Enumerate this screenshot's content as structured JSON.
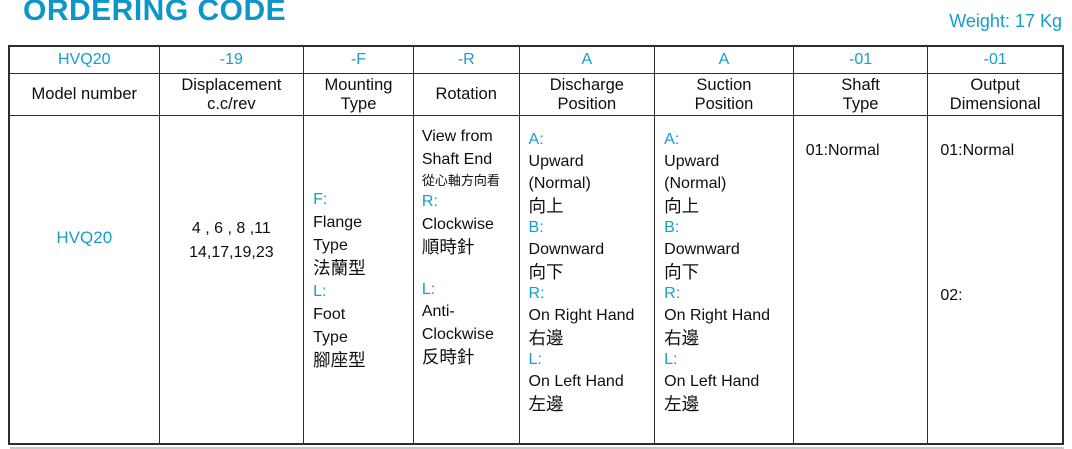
{
  "header": {
    "title": "ORDERING CODE",
    "weight": "Weight: 17 Kg"
  },
  "colors": {
    "accent_cyan": "#12a0cb",
    "title_cyan": "#0d96c7",
    "border": "#2d2d2d",
    "text": "#0e0e0e"
  },
  "code_row": [
    "HVQ20",
    "-19",
    "-F",
    "-R",
    "A",
    "A",
    "-01",
    "-01"
  ],
  "labels": [
    [
      "Model number"
    ],
    [
      "Displacement",
      "c.c/rev"
    ],
    [
      "Mounting",
      "Type"
    ],
    [
      "Rotation"
    ],
    [
      "Discharge",
      "Position"
    ],
    [
      "Suction",
      "Position"
    ],
    [
      "Shaft",
      "Type"
    ],
    [
      "Output",
      "Dimensional"
    ]
  ],
  "body": {
    "model": "HVQ20",
    "displacement": [
      "4 , 6 , 8 ,11",
      "14,17,19,23"
    ],
    "mounting": [
      "F:",
      "Flange",
      "Type",
      "法蘭型",
      "L:",
      "Foot",
      "Type",
      "腳座型"
    ],
    "rotation": [
      "View from",
      "Shaft End",
      "從心軸方向看",
      "R:",
      "Clockwise",
      "順時針",
      "L:",
      "Anti-",
      "Clockwise",
      "反時針"
    ],
    "discharge": [
      "A:",
      "Upward",
      "(Normal)",
      "向上",
      "B:",
      "Downward",
      "向下",
      "R:",
      "On Right Hand",
      "右邊",
      "L:",
      "On Left Hand",
      "左邊"
    ],
    "suction": [
      "A:",
      "Upward",
      "(Normal)",
      "向上",
      "B:",
      "Downward",
      "向下",
      "R:",
      "On Right Hand",
      "右邊",
      "L:",
      "On Left Hand",
      "左邊"
    ],
    "shaft": [
      "01:Normal"
    ],
    "output": [
      "01:Normal",
      "02:"
    ]
  }
}
